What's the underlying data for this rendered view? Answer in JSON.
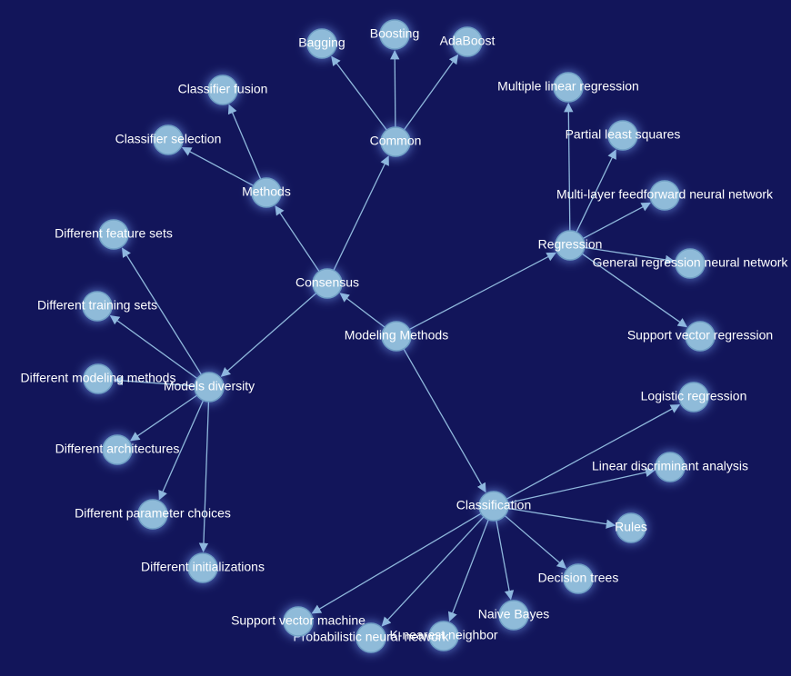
{
  "colors": {
    "background": "#12155a",
    "node_fill": "#8fbbd9",
    "edge": "#8fb8dc",
    "label": "#ffffff"
  },
  "nodes": [
    {
      "id": "modeling",
      "label": "Modeling Methods"
    },
    {
      "id": "consensus",
      "label": "Consensus"
    },
    {
      "id": "regression",
      "label": "Regression"
    },
    {
      "id": "classification",
      "label": "Classification"
    },
    {
      "id": "methods",
      "label": "Methods"
    },
    {
      "id": "common",
      "label": "Common"
    },
    {
      "id": "diversity",
      "label": "Models diversity"
    },
    {
      "id": "fusion",
      "label": "Classifier fusion"
    },
    {
      "id": "selection",
      "label": "Classifier selection"
    },
    {
      "id": "bagging",
      "label": "Bagging"
    },
    {
      "id": "boosting",
      "label": "Boosting"
    },
    {
      "id": "adaboost",
      "label": "AdaBoost"
    },
    {
      "id": "feature",
      "label": "Different feature sets"
    },
    {
      "id": "training",
      "label": "Different training sets"
    },
    {
      "id": "modelingm",
      "label": "Different modeling methods"
    },
    {
      "id": "arch",
      "label": "Different architectures"
    },
    {
      "id": "param",
      "label": "Different parameter choices"
    },
    {
      "id": "init",
      "label": "Different initializations"
    },
    {
      "id": "mlr",
      "label": "Multiple linear regression"
    },
    {
      "id": "pls",
      "label": "Partial least squares"
    },
    {
      "id": "mlff",
      "label": "Multi-layer feedforward neural network"
    },
    {
      "id": "grnn",
      "label": "General regression neural network"
    },
    {
      "id": "svr",
      "label": "Support vector regression"
    },
    {
      "id": "logistic",
      "label": "Logistic regression"
    },
    {
      "id": "lda",
      "label": "Linear discriminant analysis"
    },
    {
      "id": "rules",
      "label": "Rules"
    },
    {
      "id": "dtree",
      "label": "Decision trees"
    },
    {
      "id": "nbayes",
      "label": "Naive Bayes"
    },
    {
      "id": "knn",
      "label": "K-nearest neighbor"
    },
    {
      "id": "pnn",
      "label": "Probabilistic neural network"
    },
    {
      "id": "svm",
      "label": "Support vector machine"
    }
  ],
  "edges": [
    [
      "modeling",
      "consensus"
    ],
    [
      "modeling",
      "regression"
    ],
    [
      "modeling",
      "classification"
    ],
    [
      "consensus",
      "methods"
    ],
    [
      "consensus",
      "common"
    ],
    [
      "consensus",
      "diversity"
    ],
    [
      "methods",
      "fusion"
    ],
    [
      "methods",
      "selection"
    ],
    [
      "common",
      "bagging"
    ],
    [
      "common",
      "boosting"
    ],
    [
      "common",
      "adaboost"
    ],
    [
      "diversity",
      "feature"
    ],
    [
      "diversity",
      "training"
    ],
    [
      "diversity",
      "modelingm"
    ],
    [
      "diversity",
      "arch"
    ],
    [
      "diversity",
      "param"
    ],
    [
      "diversity",
      "init"
    ],
    [
      "regression",
      "mlr"
    ],
    [
      "regression",
      "pls"
    ],
    [
      "regression",
      "mlff"
    ],
    [
      "regression",
      "grnn"
    ],
    [
      "regression",
      "svr"
    ],
    [
      "classification",
      "logistic"
    ],
    [
      "classification",
      "lda"
    ],
    [
      "classification",
      "rules"
    ],
    [
      "classification",
      "dtree"
    ],
    [
      "classification",
      "nbayes"
    ],
    [
      "classification",
      "knn"
    ],
    [
      "classification",
      "pnn"
    ],
    [
      "classification",
      "svm"
    ]
  ]
}
